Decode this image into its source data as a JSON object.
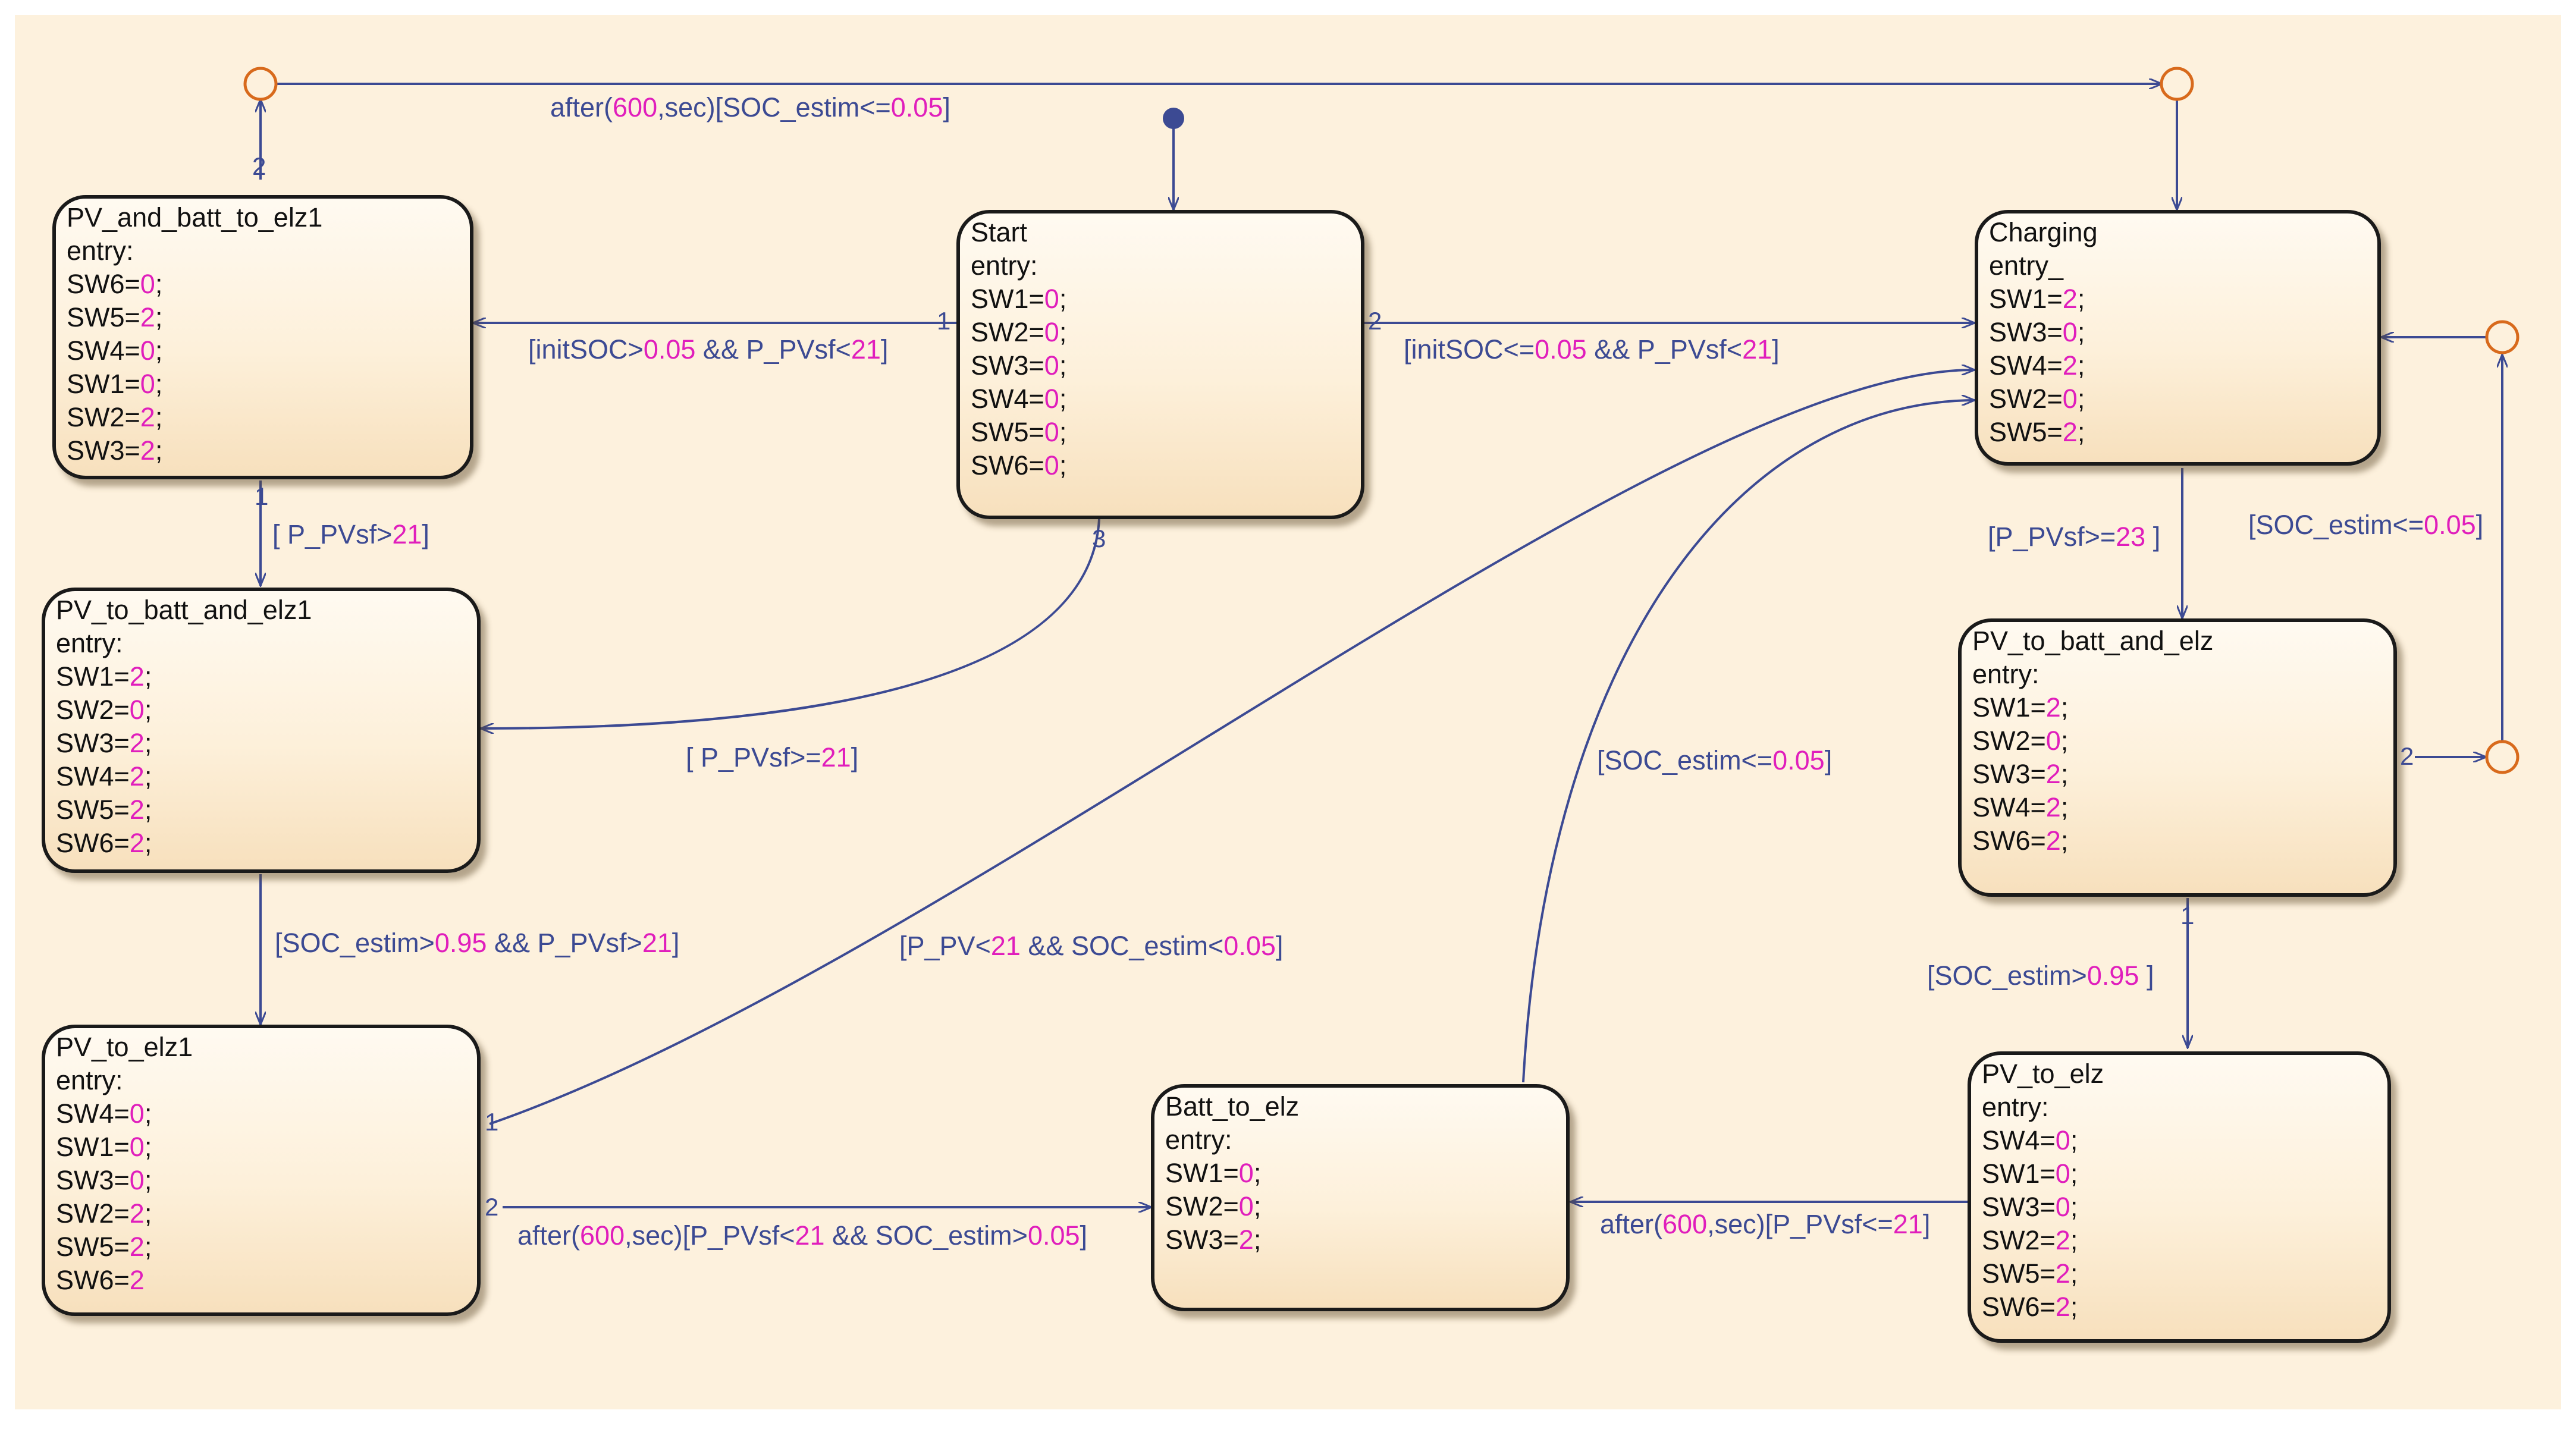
{
  "colors": {
    "background": "#fdf1dd",
    "edge": "#3c4a93",
    "number": "#e01ebc",
    "junction": "#d86a1c",
    "state_border": "#1a1a1a"
  },
  "states": {
    "pv_and_batt_to_elz1": {
      "title": "PV_and_batt_to_elz1",
      "entry": "entry:",
      "lines": [
        {
          "k": "SW6=",
          "v": "0",
          ";": ";"
        },
        {
          "k": "SW5=",
          "v": "2",
          ";": ";"
        },
        {
          "k": "SW4=",
          "v": "0",
          ";": ";"
        },
        {
          "k": "SW1=",
          "v": "0",
          ";": ";"
        },
        {
          "k": "SW2=",
          "v": "2",
          ";": ";"
        },
        {
          "k": "SW3=",
          "v": "2",
          ";": ";"
        }
      ]
    },
    "start": {
      "title": "Start",
      "entry": "entry:",
      "lines": [
        {
          "k": "SW1=",
          "v": "0",
          ";": ";"
        },
        {
          "k": "SW2=",
          "v": "0",
          ";": ";"
        },
        {
          "k": "SW3=",
          "v": "0",
          ";": ";"
        },
        {
          "k": "SW4=",
          "v": "0",
          ";": ";"
        },
        {
          "k": "SW5=",
          "v": "0",
          ";": ";"
        },
        {
          "k": "SW6=",
          "v": "0",
          ";": ";"
        }
      ]
    },
    "charging": {
      "title": "Charging",
      "entry": "entry_",
      "lines": [
        {
          "k": "SW1=",
          "v": "2",
          ";": ";"
        },
        {
          "k": "SW3=",
          "v": "0",
          ";": ";"
        },
        {
          "k": "SW4=",
          "v": "2",
          ";": ";"
        },
        {
          "k": "SW2=",
          "v": "0",
          ";": ";"
        },
        {
          "k": "SW5=",
          "v": "2",
          ";": ";"
        }
      ]
    },
    "pv_to_batt_and_elz1": {
      "title": "PV_to_batt_and_elz1",
      "entry": "entry:",
      "lines": [
        {
          "k": "SW1=",
          "v": "2",
          ";": ";"
        },
        {
          "k": "SW2=",
          "v": "0",
          ";": ";"
        },
        {
          "k": "SW3=",
          "v": "2",
          ";": ";"
        },
        {
          "k": "SW4=",
          "v": "2",
          ";": ";"
        },
        {
          "k": "SW5=",
          "v": "2",
          ";": ";"
        },
        {
          "k": "SW6=",
          "v": "2",
          ";": ";"
        }
      ]
    },
    "pv_to_batt_and_elz": {
      "title": "PV_to_batt_and_elz",
      "entry": "entry:",
      "lines": [
        {
          "k": "SW1=",
          "v": "2",
          ";": ";"
        },
        {
          "k": "SW2=",
          "v": "0",
          ";": ";"
        },
        {
          "k": "SW3=",
          "v": "2",
          ";": ";"
        },
        {
          "k": "SW4=",
          "v": "2",
          ";": ";"
        },
        {
          "k": "SW6=",
          "v": "2",
          ";": ";"
        }
      ]
    },
    "pv_to_elz1": {
      "title": "PV_to_elz1",
      "entry": "entry:",
      "lines": [
        {
          "k": "SW4=",
          "v": "0",
          ";": ";"
        },
        {
          "k": "SW1=",
          "v": "0",
          ";": ";"
        },
        {
          "k": "SW3=",
          "v": "0",
          ";": ";"
        },
        {
          "k": "SW2=",
          "v": "2",
          ";": ";"
        },
        {
          "k": "SW5=",
          "v": "2",
          ";": ";"
        },
        {
          "k": "SW6=",
          "v": "2",
          ";": ""
        }
      ]
    },
    "batt_to_elz": {
      "title": "Batt_to_elz",
      "entry": "entry:",
      "lines": [
        {
          "k": "SW1=",
          "v": "0",
          ";": ";"
        },
        {
          "k": "SW2=",
          "v": "0",
          ";": ";"
        },
        {
          "k": "SW3=",
          "v": "2",
          ";": ";"
        }
      ]
    },
    "pv_to_elz": {
      "title": "PV_to_elz",
      "entry": "entry:",
      "lines": [
        {
          "k": "SW4=",
          "v": "0",
          ";": ";"
        },
        {
          "k": "SW1=",
          "v": "0",
          ";": ";"
        },
        {
          "k": "SW3=",
          "v": "0",
          ";": ";"
        },
        {
          "k": "SW2=",
          "v": "2",
          ";": ";"
        },
        {
          "k": "SW5=",
          "v": "2",
          ";": ";"
        },
        {
          "k": "SW6=",
          "v": "2",
          ";": ";"
        }
      ]
    }
  },
  "transitions": {
    "top_after": [
      {
        "t": "after(",
        "n": false
      },
      {
        "t": "600",
        "n": true
      },
      {
        "t": ",sec)[SOC_estim<=",
        "n": false
      },
      {
        "t": "0.05",
        "n": true
      },
      {
        "t": "]",
        "n": false
      }
    ],
    "start_to_pvbatt1": [
      {
        "t": "[initSOC>",
        "n": false
      },
      {
        "t": "0.05",
        "n": true
      },
      {
        "t": " && P_PVsf<",
        "n": false
      },
      {
        "t": "21",
        "n": true
      },
      {
        "t": "]",
        "n": false
      }
    ],
    "start_to_charging": [
      {
        "t": "[initSOC<=",
        "n": false
      },
      {
        "t": "0.05",
        "n": true
      },
      {
        "t": " && P_PVsf<",
        "n": false
      },
      {
        "t": "21",
        "n": true
      },
      {
        "t": "]",
        "n": false
      }
    ],
    "pvbatt1_to_pvtobatt1": [
      {
        "t": "[ P_PVsf>",
        "n": false
      },
      {
        "t": "21",
        "n": true
      },
      {
        "t": "]",
        "n": false
      }
    ],
    "start_to_pvtobatt1": [
      {
        "t": "[ P_PVsf>=",
        "n": false
      },
      {
        "t": "21",
        "n": true
      },
      {
        "t": "]",
        "n": false
      }
    ],
    "charging_to_pvtobatt": [
      {
        "t": "[P_PVsf>=",
        "n": false
      },
      {
        "t": "23",
        "n": true
      },
      {
        "t": " ]",
        "n": false
      }
    ],
    "pvtobatt_to_charging": [
      {
        "t": "[SOC_estim<=",
        "n": false
      },
      {
        "t": "0.05",
        "n": true
      },
      {
        "t": "]",
        "n": false
      }
    ],
    "batt_to_charging": [
      {
        "t": "[SOC_estim<=",
        "n": false
      },
      {
        "t": "0.05",
        "n": true
      },
      {
        "t": "]",
        "n": false
      }
    ],
    "pvtobatt1_to_pvtoelz1": [
      {
        "t": "[SOC_estim>",
        "n": false
      },
      {
        "t": "0.95",
        "n": true
      },
      {
        "t": " && P_PVsf>",
        "n": false
      },
      {
        "t": "21",
        "n": true
      },
      {
        "t": "]",
        "n": false
      }
    ],
    "pvtoelz1_to_charging": [
      {
        "t": "[P_PV<",
        "n": false
      },
      {
        "t": "21",
        "n": true
      },
      {
        "t": " && SOC_estim<",
        "n": false
      },
      {
        "t": "0.05",
        "n": true
      },
      {
        "t": "]",
        "n": false
      }
    ],
    "pvtobatt_to_pvtoelz": [
      {
        "t": "[SOC_estim>",
        "n": false
      },
      {
        "t": "0.95",
        "n": true
      },
      {
        "t": " ]",
        "n": false
      }
    ],
    "pvtoelz1_to_batt": [
      {
        "t": "after(",
        "n": false
      },
      {
        "t": "600",
        "n": true
      },
      {
        "t": ",sec)[P_PVsf<",
        "n": false
      },
      {
        "t": "21",
        "n": true
      },
      {
        "t": " && SOC_estim>",
        "n": false
      },
      {
        "t": "0.05",
        "n": true
      },
      {
        "t": "]",
        "n": false
      }
    ],
    "pvtoelz_to_batt": [
      {
        "t": "after(",
        "n": false
      },
      {
        "t": "600",
        "n": true
      },
      {
        "t": ",sec)[P_PVsf<=",
        "n": false
      },
      {
        "t": "21",
        "n": true
      },
      {
        "t": "]",
        "n": false
      }
    ]
  },
  "orders": {
    "o_top2": "2",
    "o_pvbatt1_1": "1",
    "o_start1": "1",
    "o_start2": "2",
    "o_start3": "3",
    "o_elz1_1": "1",
    "o_elz1_2": "2",
    "o_pvtb_2": "2",
    "o_pvtb_1": "1"
  }
}
